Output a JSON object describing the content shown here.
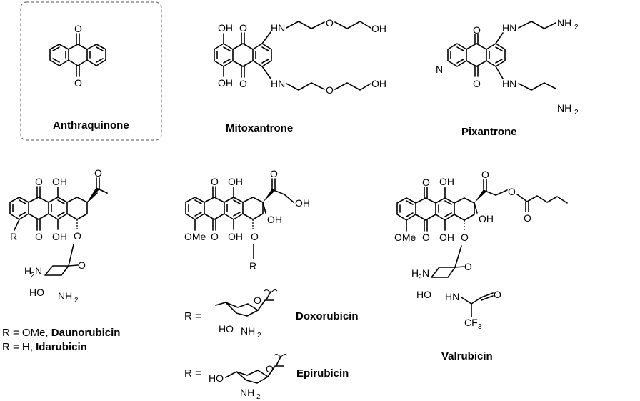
{
  "compounds": {
    "anthraquinone": {
      "name": "Anthraquinone",
      "atoms": {
        "o_top": "O",
        "o_bot": "O"
      }
    },
    "mitoxantrone": {
      "name": "Mitoxantrone",
      "atoms": {
        "oh1": "OH",
        "oh2": "OH",
        "o_top": "O",
        "o_bot": "O",
        "hn1": "HN",
        "hn2": "HN",
        "o_chain1": "O",
        "o_chain2": "O",
        "oh_end1": "OH",
        "oh_end2": "OH"
      }
    },
    "pixantrone": {
      "name": "Pixantrone",
      "atoms": {
        "o_top": "O",
        "o_bot": "O",
        "n_ring": "N",
        "hn1": "HN",
        "hn2": "HN",
        "nh2_a": "NH",
        "nh2_b": "NH",
        "sub2": "2"
      }
    },
    "daunorubicin": {
      "atoms": {
        "o1": "O",
        "o2": "O",
        "oh1": "OH",
        "oh2": "OH",
        "o_ketone": "O",
        "r": "R",
        "o_glyc": "O",
        "o_ring": "O",
        "h2n": "H",
        "h2n_sub": "2",
        "h2n_n": "N",
        "ho": "HO",
        "nh2": "NH",
        "nh2_sub": "2"
      }
    },
    "doxorubicin": {
      "name": "Doxorubicin",
      "r_label": "R =",
      "atoms": {
        "o1": "O",
        "o2": "O",
        "oh1": "OH",
        "oh2": "OH",
        "o_keto": "O",
        "oh_chain": "OH",
        "oh_ring": "OH",
        "ome": "OMe",
        "o_glyc": "O",
        "r": "R",
        "ho": "HO",
        "nh2": "NH",
        "nh2_sub": "2",
        "o_sugar": "O"
      }
    },
    "epirubicin": {
      "name": "Epirubicin",
      "r_label": "R =",
      "atoms": {
        "ho": "HO",
        "o_sugar": "O",
        "nh2": "NH",
        "nh2_sub": "2"
      }
    },
    "valrubicin": {
      "name": "Valrubicin",
      "atoms": {
        "o1": "O",
        "o2": "O",
        "oh1": "OH",
        "oh2": "OH",
        "o_keto": "O",
        "o_ester": "O",
        "o_carbonyl": "O",
        "oh_ring": "OH",
        "ome": "OMe",
        "o_glyc": "O",
        "h2n": "H",
        "h2n_sub": "2",
        "h2n_n": "N",
        "o_sugar": "O",
        "ho": "HO",
        "hn": "HN",
        "o_amide": "O",
        "cf3": "CF",
        "cf3_sub": "3"
      }
    }
  },
  "legend": {
    "line1_prefix": "R = OMe, ",
    "line1_name": "Daunorubicin",
    "line2_prefix": "R = H, ",
    "line2_name": "Idarubicin"
  }
}
